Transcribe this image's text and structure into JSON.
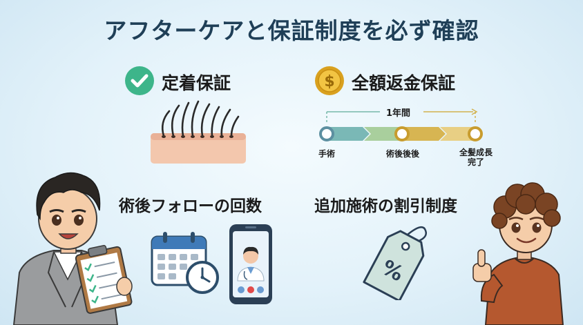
{
  "title": "アフターケアと保証制度を必ず確認",
  "sections": {
    "fixation": {
      "label": "定着保証",
      "icon": "check-circle-icon"
    },
    "refund": {
      "label": "全額返金保証",
      "icon": "dollar-coin-icon"
    },
    "followup": {
      "label": "術後フォローの回数",
      "icons": [
        "calendar-icon",
        "clock-icon",
        "smartphone-doctor-icon"
      ]
    },
    "discount": {
      "label": "追加施術の割引制度",
      "icon": "percent-price-tag-icon"
    }
  },
  "timeline": {
    "period_label": "1年間",
    "points": [
      {
        "label": "手術"
      },
      {
        "label": "術後後後"
      },
      {
        "label": "全髪成長\n完了"
      }
    ]
  },
  "colors": {
    "title": "#1f3f57",
    "check_green": "#3db58a",
    "coin_gold": "#e7b531",
    "timeline_teal": "#7ab8b6",
    "timeline_gold": "#d7b552",
    "tag_fill": "#cfe3dd"
  }
}
